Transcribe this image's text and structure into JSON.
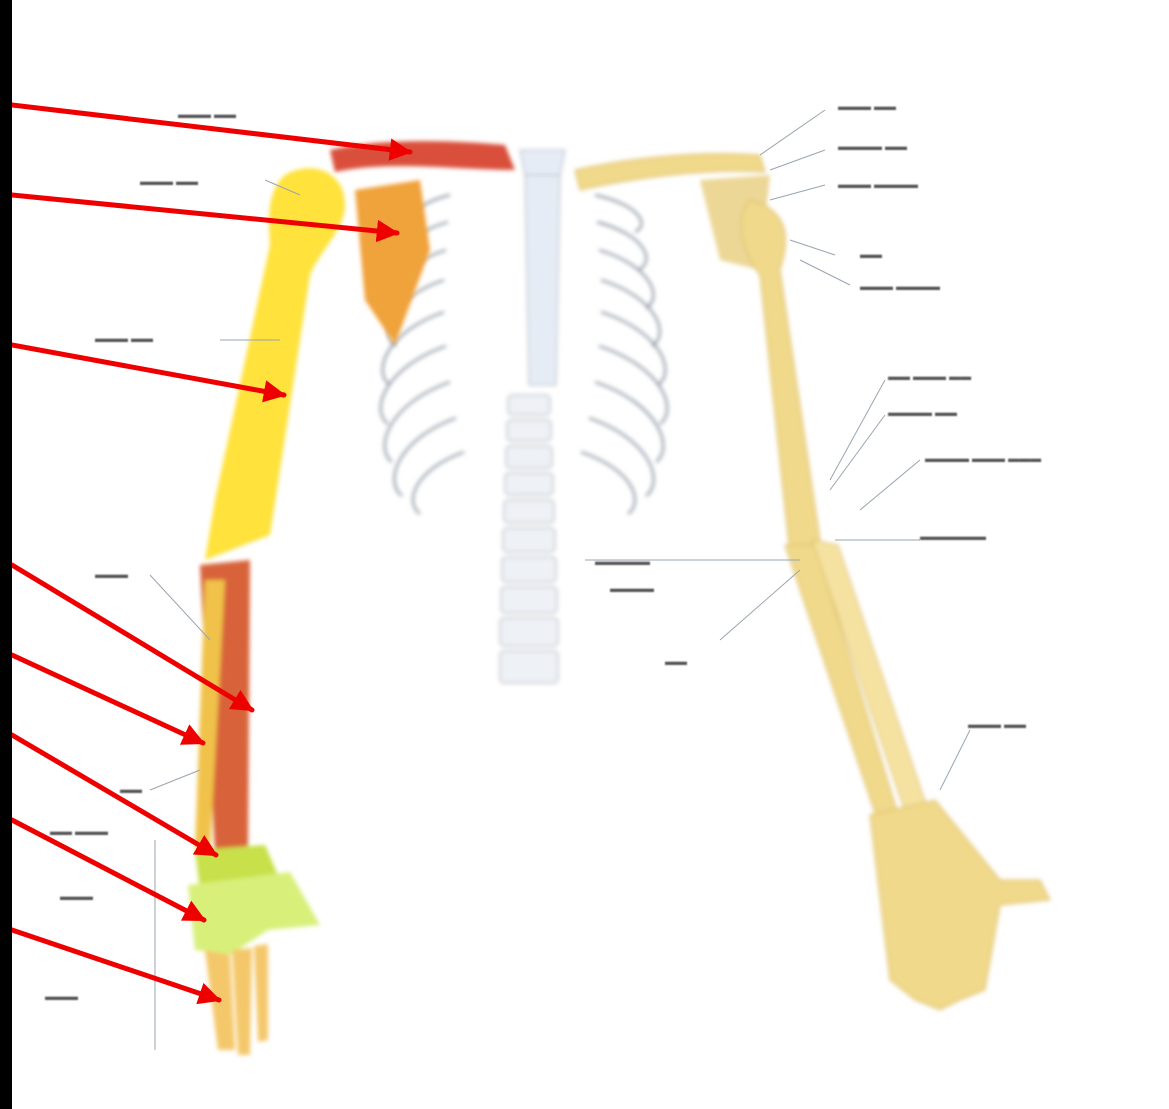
{
  "colors": {
    "frame": "#000000",
    "paper": "#ffffff",
    "bone": "#f0d98a",
    "bone_dark": "#d9b865",
    "highlight_yellow": "#ffe23a",
    "clavicle": "#d9503a",
    "scapula": "#f0a23a",
    "humerus": "#ffe23a",
    "radius": "#d8643a",
    "ulna": "#f0c24a",
    "carpals": "#c8e04a",
    "metacarpals": "#d8f07a",
    "phalanges": "#f4c86a",
    "rib": "#e6ecf5",
    "rib_outline": "#8f97a3",
    "arrow": "#ee0000"
  },
  "diagram": {
    "subject": "upper-limb-skeleton",
    "highlighted_bones": [
      "clavicle",
      "scapula",
      "humerus",
      "radius",
      "ulna",
      "carpals",
      "metacarpals",
      "phalanges"
    ],
    "arrow_count": 8,
    "label_text_legible": false
  }
}
